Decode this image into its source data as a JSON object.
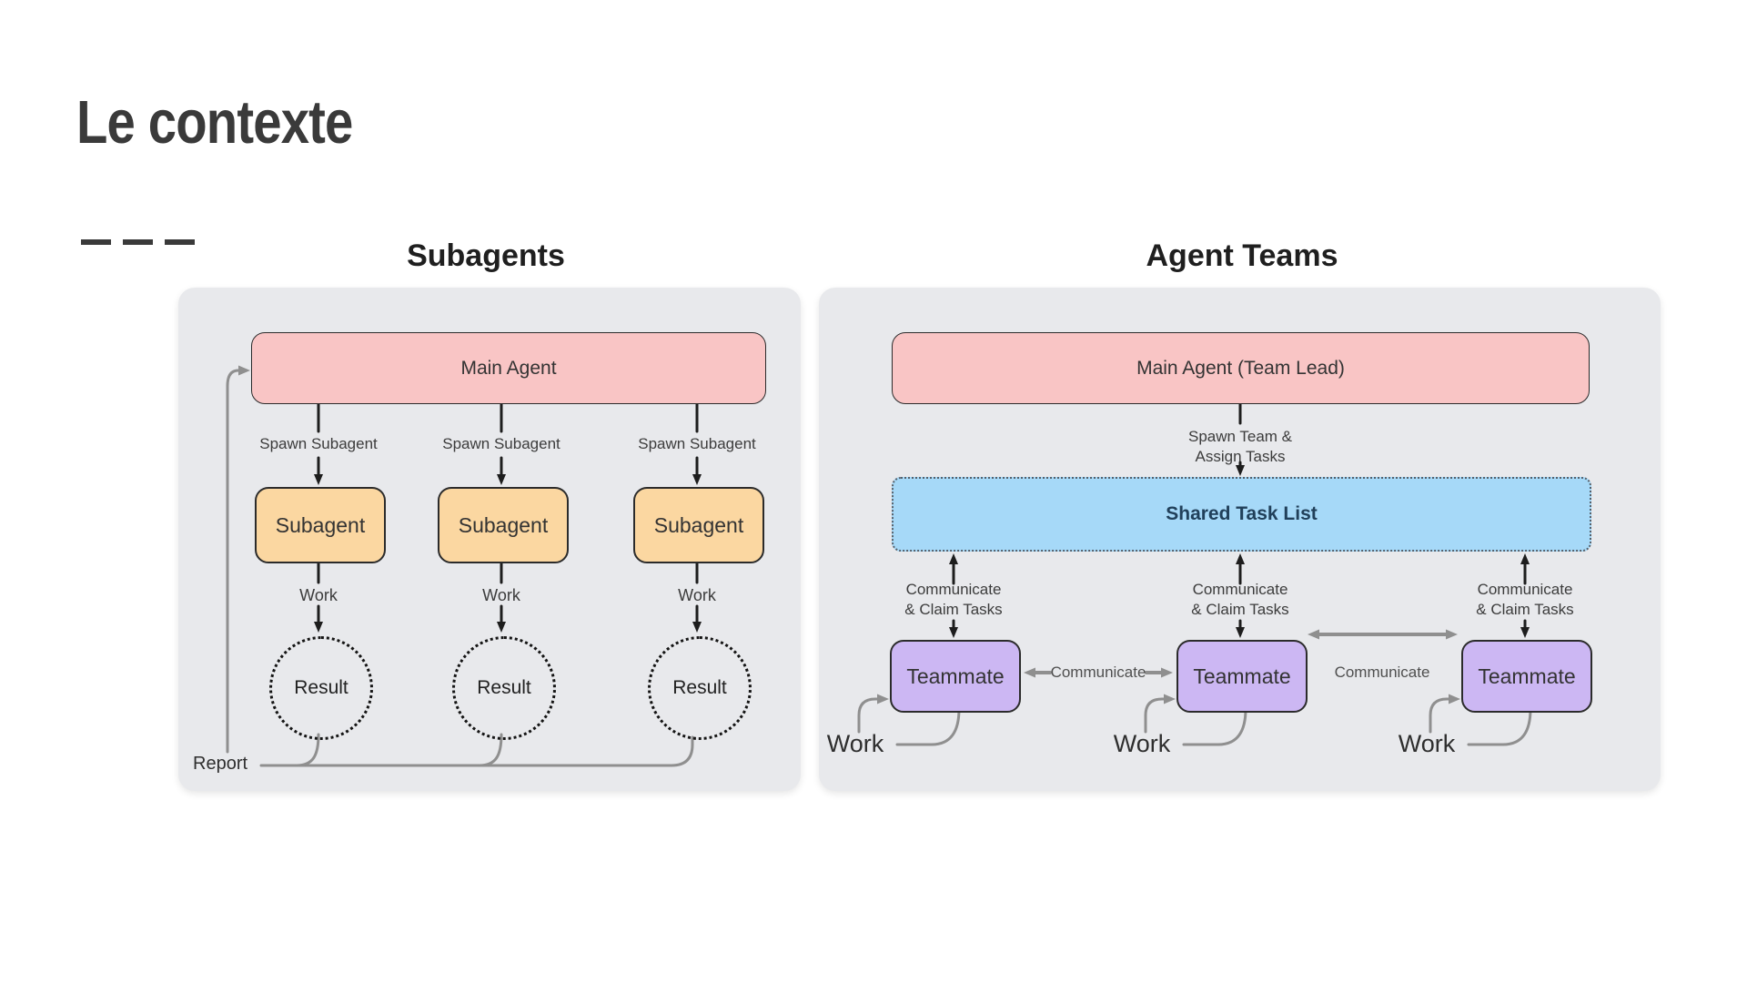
{
  "slide": {
    "title": "Le contexte"
  },
  "subagents_diagram": {
    "title": "Subagents",
    "main_agent_label": "Main Agent",
    "spawn_label": "Spawn Subagent",
    "subagent_label": "Subagent",
    "work_label": "Work",
    "result_label": "Result",
    "report_label": "Report"
  },
  "agent_teams_diagram": {
    "title": "Agent Teams",
    "main_agent_label": "Main Agent (Team Lead)",
    "spawn_line1": "Spawn Team &",
    "spawn_line2": "Assign Tasks",
    "task_list_label": "Shared Task List",
    "claim_line1": "Communicate",
    "claim_line2": "& Claim Tasks",
    "teammate_label": "Teammate",
    "communicate_label": "Communicate",
    "work_label": "Work"
  },
  "colors": {
    "page_bg": "#ffffff",
    "panel_bg": "#e8e9ec",
    "pink": "#f9c5c5",
    "orange": "#fbd7a1",
    "blue": "#a6d9f8",
    "purple": "#ccb7f3",
    "black_arrow": "#1d1d1d",
    "gray_arrow": "#8f8f8f",
    "title_color": "#3a3a3a"
  }
}
